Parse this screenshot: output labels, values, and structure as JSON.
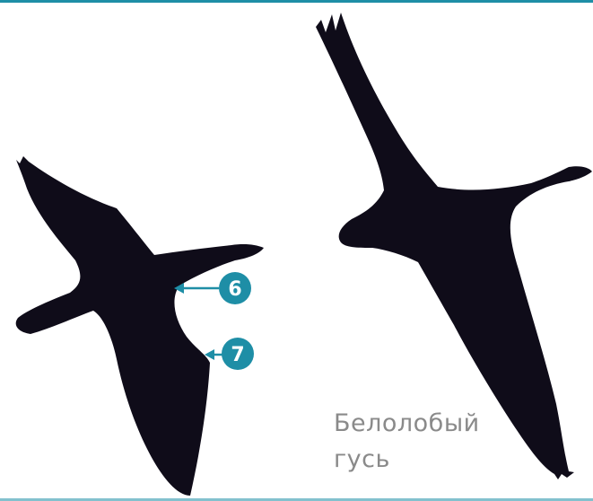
{
  "caption": {
    "line1": "Белолобый",
    "line2": "гусь"
  },
  "markers": [
    {
      "label": "6"
    },
    {
      "label": "7"
    }
  ],
  "colors": {
    "silhouette": "#0f0c19",
    "accent": "#1e8ea6",
    "caption": "#8a8a8a",
    "background": "#ffffff"
  },
  "icons": {
    "left": "goose-silhouette-icon",
    "right": "goose-silhouette-icon"
  }
}
